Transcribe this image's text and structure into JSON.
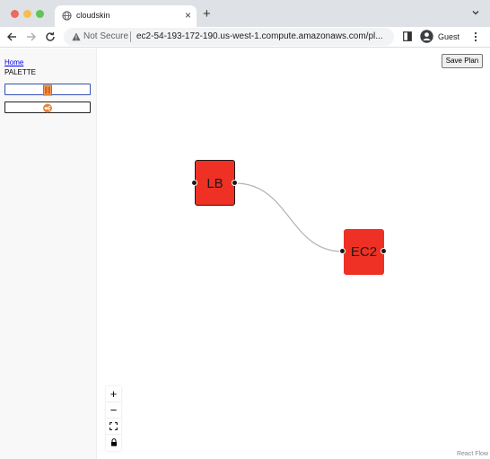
{
  "browser": {
    "tab_title": "cloudskin",
    "new_tab": "+",
    "tab_close": "×",
    "security_label": "Not Secure",
    "url": "ec2-54-193-172-190.us-west-1.compute.amazonaws.com/pl...",
    "profile_label": "Guest"
  },
  "sidebar": {
    "home_link": "Home",
    "palette_label": "PALETTE",
    "items": [
      {
        "icon": "aws-ec2-icon"
      },
      {
        "icon": "aws-elb-icon"
      }
    ]
  },
  "canvas": {
    "save_button": "Save Plan",
    "nodes": [
      {
        "label": "LB"
      },
      {
        "label": "EC2"
      }
    ],
    "controls": {
      "zoom_in": "+",
      "zoom_out": "−"
    },
    "attribution": "React Flow"
  },
  "colors": {
    "node_fill": "#ee3124",
    "edge": "#b1b1b7",
    "link": "#0000ee"
  }
}
